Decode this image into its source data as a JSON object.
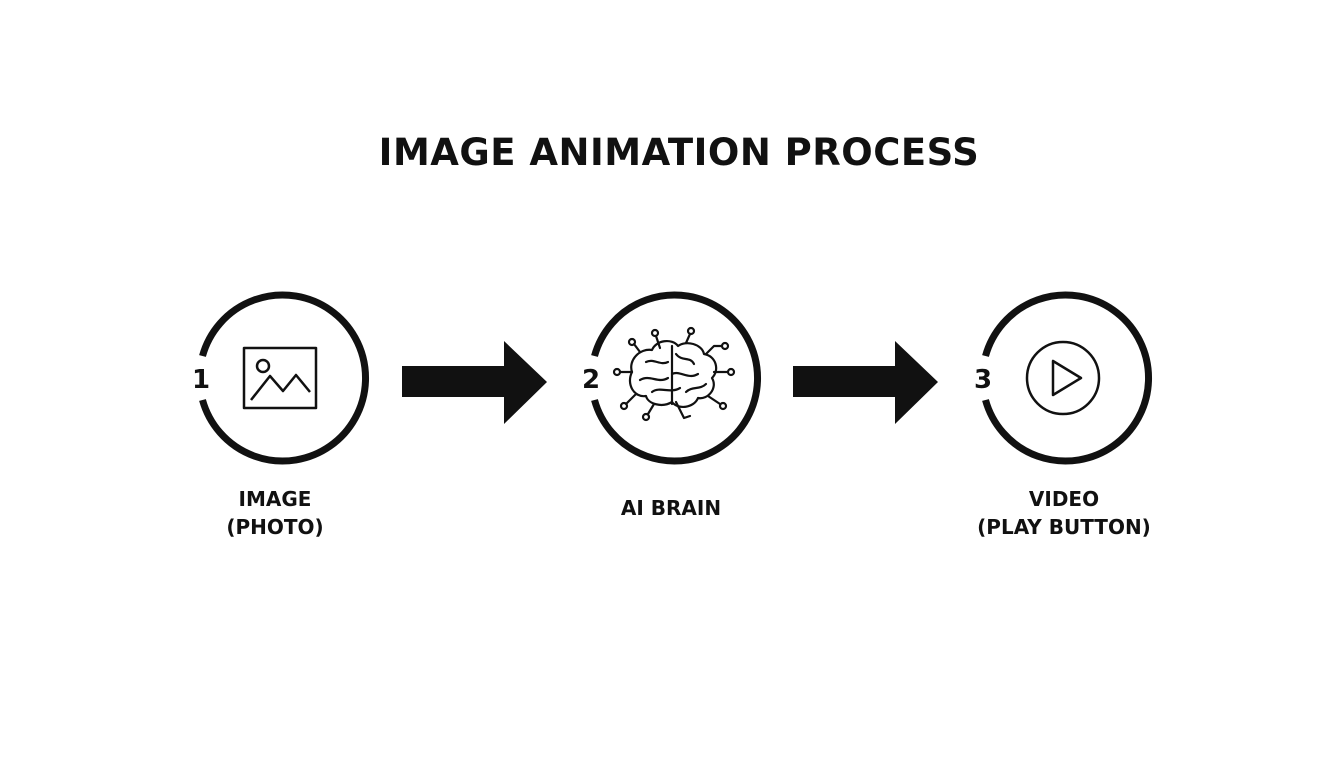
{
  "diagram": {
    "title": "IMAGE ANIMATION PROCESS",
    "steps": [
      {
        "number": "1",
        "label_line1": "IMAGE",
        "label_line2": "(PHOTO)",
        "icon": "image-photo-icon"
      },
      {
        "number": "2",
        "label_line1": "AI BRAIN",
        "label_line2": "",
        "icon": "ai-brain-icon"
      },
      {
        "number": "3",
        "label_line1": "VIDEO",
        "label_line2": "(PLAY BUTTON)",
        "icon": "play-button-icon"
      }
    ],
    "connectors": [
      "arrow-right-icon",
      "arrow-right-icon"
    ],
    "colors": {
      "ink": "#111111",
      "background": "#ffffff"
    }
  }
}
